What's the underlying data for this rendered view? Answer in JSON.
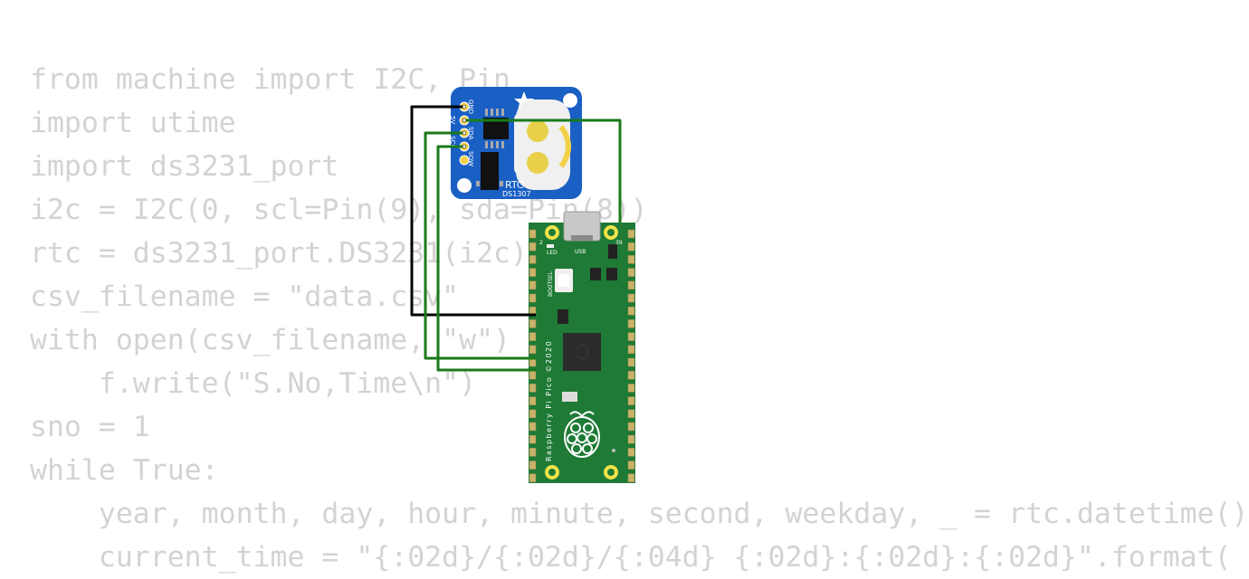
{
  "code": {
    "lines": [
      "from machine import I2C, Pin",
      "import utime",
      "import ds3231_port",
      "i2c = I2C(0, scl=Pin(9), sda=Pin(8))",
      "rtc = ds3231_port.DS3231(i2c)",
      "csv_filename = \"data.csv\"",
      "with open(csv_filename, \"w\") as f:",
      "    f.write(\"S.No,Time\\n\")",
      "sno = 1",
      "while True:",
      "    year, month, day, hour, minute, second, weekday, _ = rtc.datetime()",
      "    current_time = \"{:02d}/{:02d}/{:04d} {:02d}:{:02d}:{:02d}\".format("
    ]
  },
  "rtc_module": {
    "pin_labels": [
      "GND",
      "5V",
      "SDA",
      "SCL",
      "SQW"
    ],
    "title": "RTC",
    "chip": "DS1307",
    "colors": {
      "board": "#1a5fc4",
      "battery": "#f0f0f0",
      "pad": "#f2d04a"
    }
  },
  "pico": {
    "usb_label": "USB",
    "led_label": "LED",
    "bootsel_label": "BOOTSEL",
    "pin_label_top_right": "39",
    "pin_label_top_left": "2",
    "name": "Raspberry Pi Pico ©2020",
    "colors": {
      "board": "#1e7a35",
      "pad": "#f2e34a",
      "chip": "#2b2b2b"
    }
  },
  "wires": [
    {
      "name": "gnd-wire",
      "color": "#000000"
    },
    {
      "name": "vcc-wire",
      "color": "#1a7a1a"
    },
    {
      "name": "sda-wire",
      "color": "#1a7a1a"
    },
    {
      "name": "scl-wire",
      "color": "#1a7a1a"
    }
  ]
}
